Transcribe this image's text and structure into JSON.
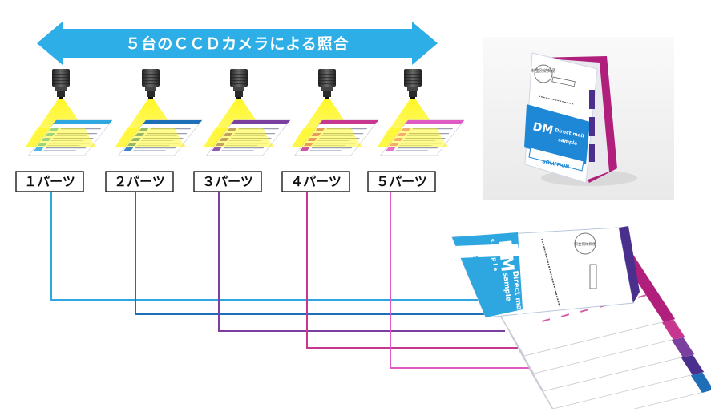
{
  "header": {
    "title": "５台のＣＣＤカメラによる照合"
  },
  "parts": [
    {
      "label": "１パーツ",
      "color": "#2ea7e0"
    },
    {
      "label": "２パーツ",
      "color": "#1e6fb8"
    },
    {
      "label": "３パーツ",
      "color": "#7b3fa0"
    },
    {
      "label": "４パーツ",
      "color": "#c8378f"
    },
    {
      "label": "５パーツ",
      "color": "#e05ac4"
    }
  ],
  "booklet": {
    "dm": "DM",
    "sample_small": "s a m p l e",
    "direct_mail": "Direct mail",
    "sample": "sample",
    "solution": "SOLUTION",
    "stamp": "料金別納郵便"
  },
  "colors": {
    "arrow": "#2eaee6",
    "beam": "#f5f000",
    "camera": "#3a3a3a",
    "photo_bg": "#f0f0f0"
  }
}
